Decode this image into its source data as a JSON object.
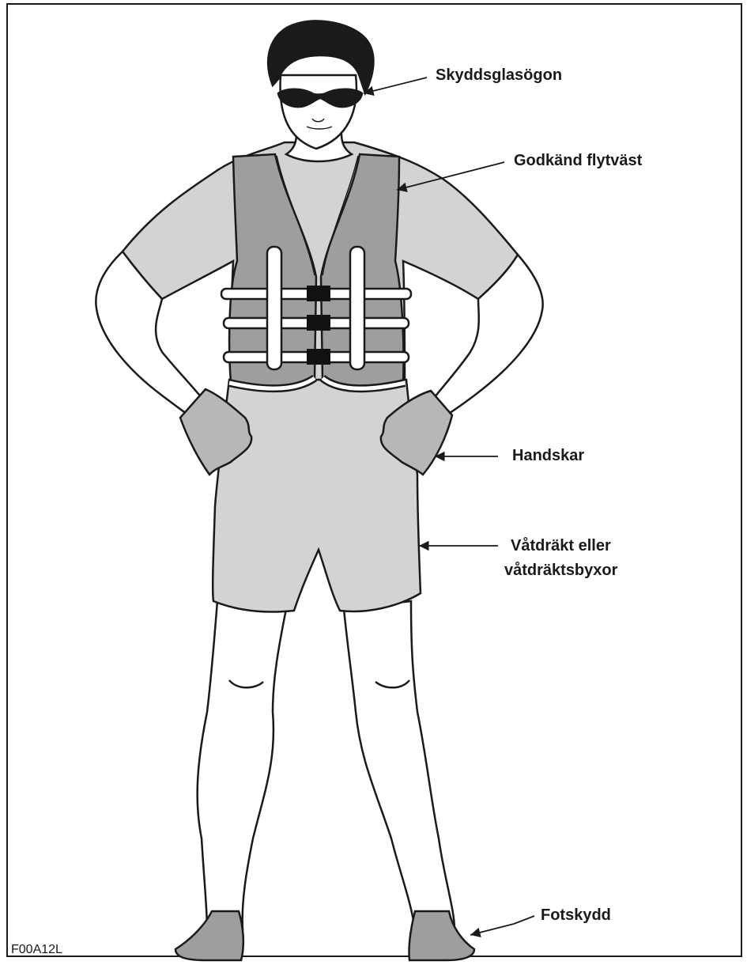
{
  "labels": {
    "goggles": "Skyddsglasögon",
    "life_vest": "Godkänd flytväst",
    "gloves": "Handskar",
    "wetsuit_line1": "Våtdräkt eller",
    "wetsuit_line2": "våtdräktsbyxor",
    "foot_protection": "Fotskydd"
  },
  "figure_code": "F00A12L",
  "colors": {
    "outline": "#1a1a1a",
    "vest": "#9e9e9e",
    "garment": "#d3d3d3",
    "skin": "#ffffff",
    "buckle": "#111111"
  }
}
